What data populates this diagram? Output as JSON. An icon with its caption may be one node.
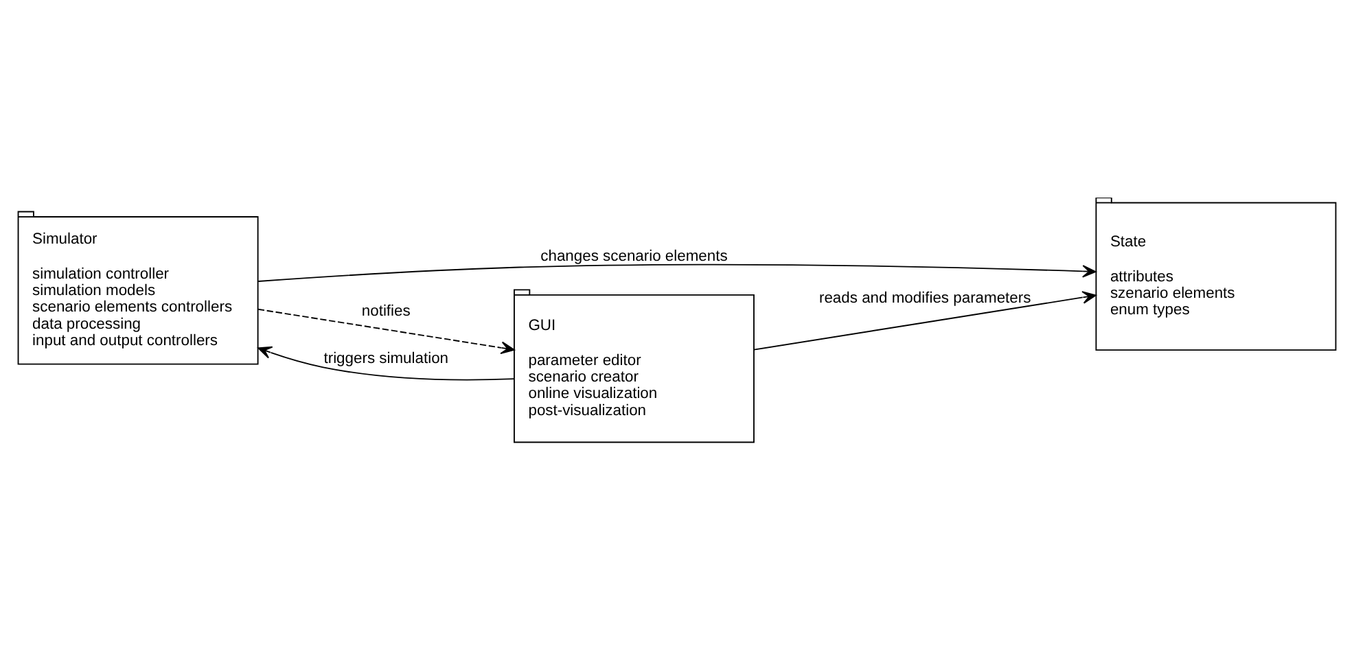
{
  "diagram": {
    "nodes": [
      {
        "text": [
          "Simulator",
          "simulation controller",
          "simulation models",
          "scenario elements controllers",
          "data processing",
          "input and output controllers"
        ]
      },
      {
        "text": [
          "State",
          "attributes",
          "szenario elements",
          "enum types"
        ]
      },
      {
        "text": [
          "GUI",
          "parameter editor",
          "scenario creator",
          "online visualization",
          "post-visualization"
        ]
      }
    ],
    "edges": [
      {
        "from": 0,
        "to": 1,
        "arrow": "to",
        "label": "changes scenario elements"
      },
      {
        "from": 0,
        "to": 2,
        "arrow": "to",
        "label": "notifies",
        "style": "dashed"
      },
      {
        "from": 2,
        "to": 0,
        "arrow": "to",
        "label": "triggers simulation"
      },
      {
        "from": 2,
        "to": 1,
        "arrow": "to",
        "label": "reads and modifies parameters"
      }
    ]
  }
}
